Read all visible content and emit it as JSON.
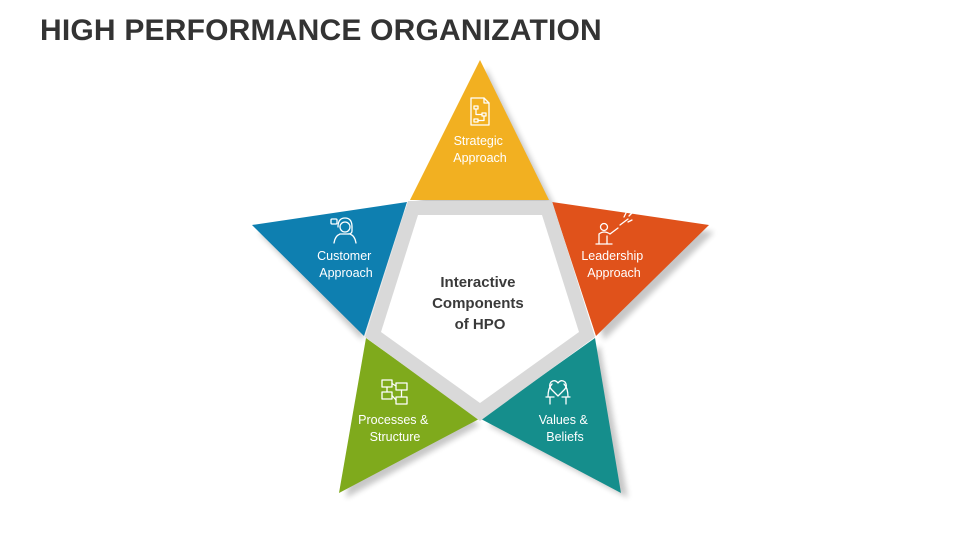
{
  "slide": {
    "title": "HIGH PERFORMANCE ORGANIZATION"
  },
  "diagram": {
    "center": {
      "lines": [
        "Interactive",
        "Components",
        "of HPO"
      ]
    },
    "points": [
      {
        "label_lines": [
          "Strategic",
          "Approach"
        ],
        "color": "#F2B021",
        "icon": "flowchart-document-icon"
      },
      {
        "label_lines": [
          "Leadership",
          "Approach"
        ],
        "color": "#E0521B",
        "icon": "leader-pointing-icon"
      },
      {
        "label_lines": [
          "Values &",
          "Beliefs"
        ],
        "color": "#158E8C",
        "icon": "hands-heart-icon"
      },
      {
        "label_lines": [
          "Processes &",
          "Structure"
        ],
        "color": "#7FAA1C",
        "icon": "process-boxes-icon"
      },
      {
        "label_lines": [
          "Customer",
          "Approach"
        ],
        "color": "#0E7FB0",
        "icon": "customer-support-icon"
      }
    ],
    "pentagon_border_color": "#D9D9D9"
  }
}
